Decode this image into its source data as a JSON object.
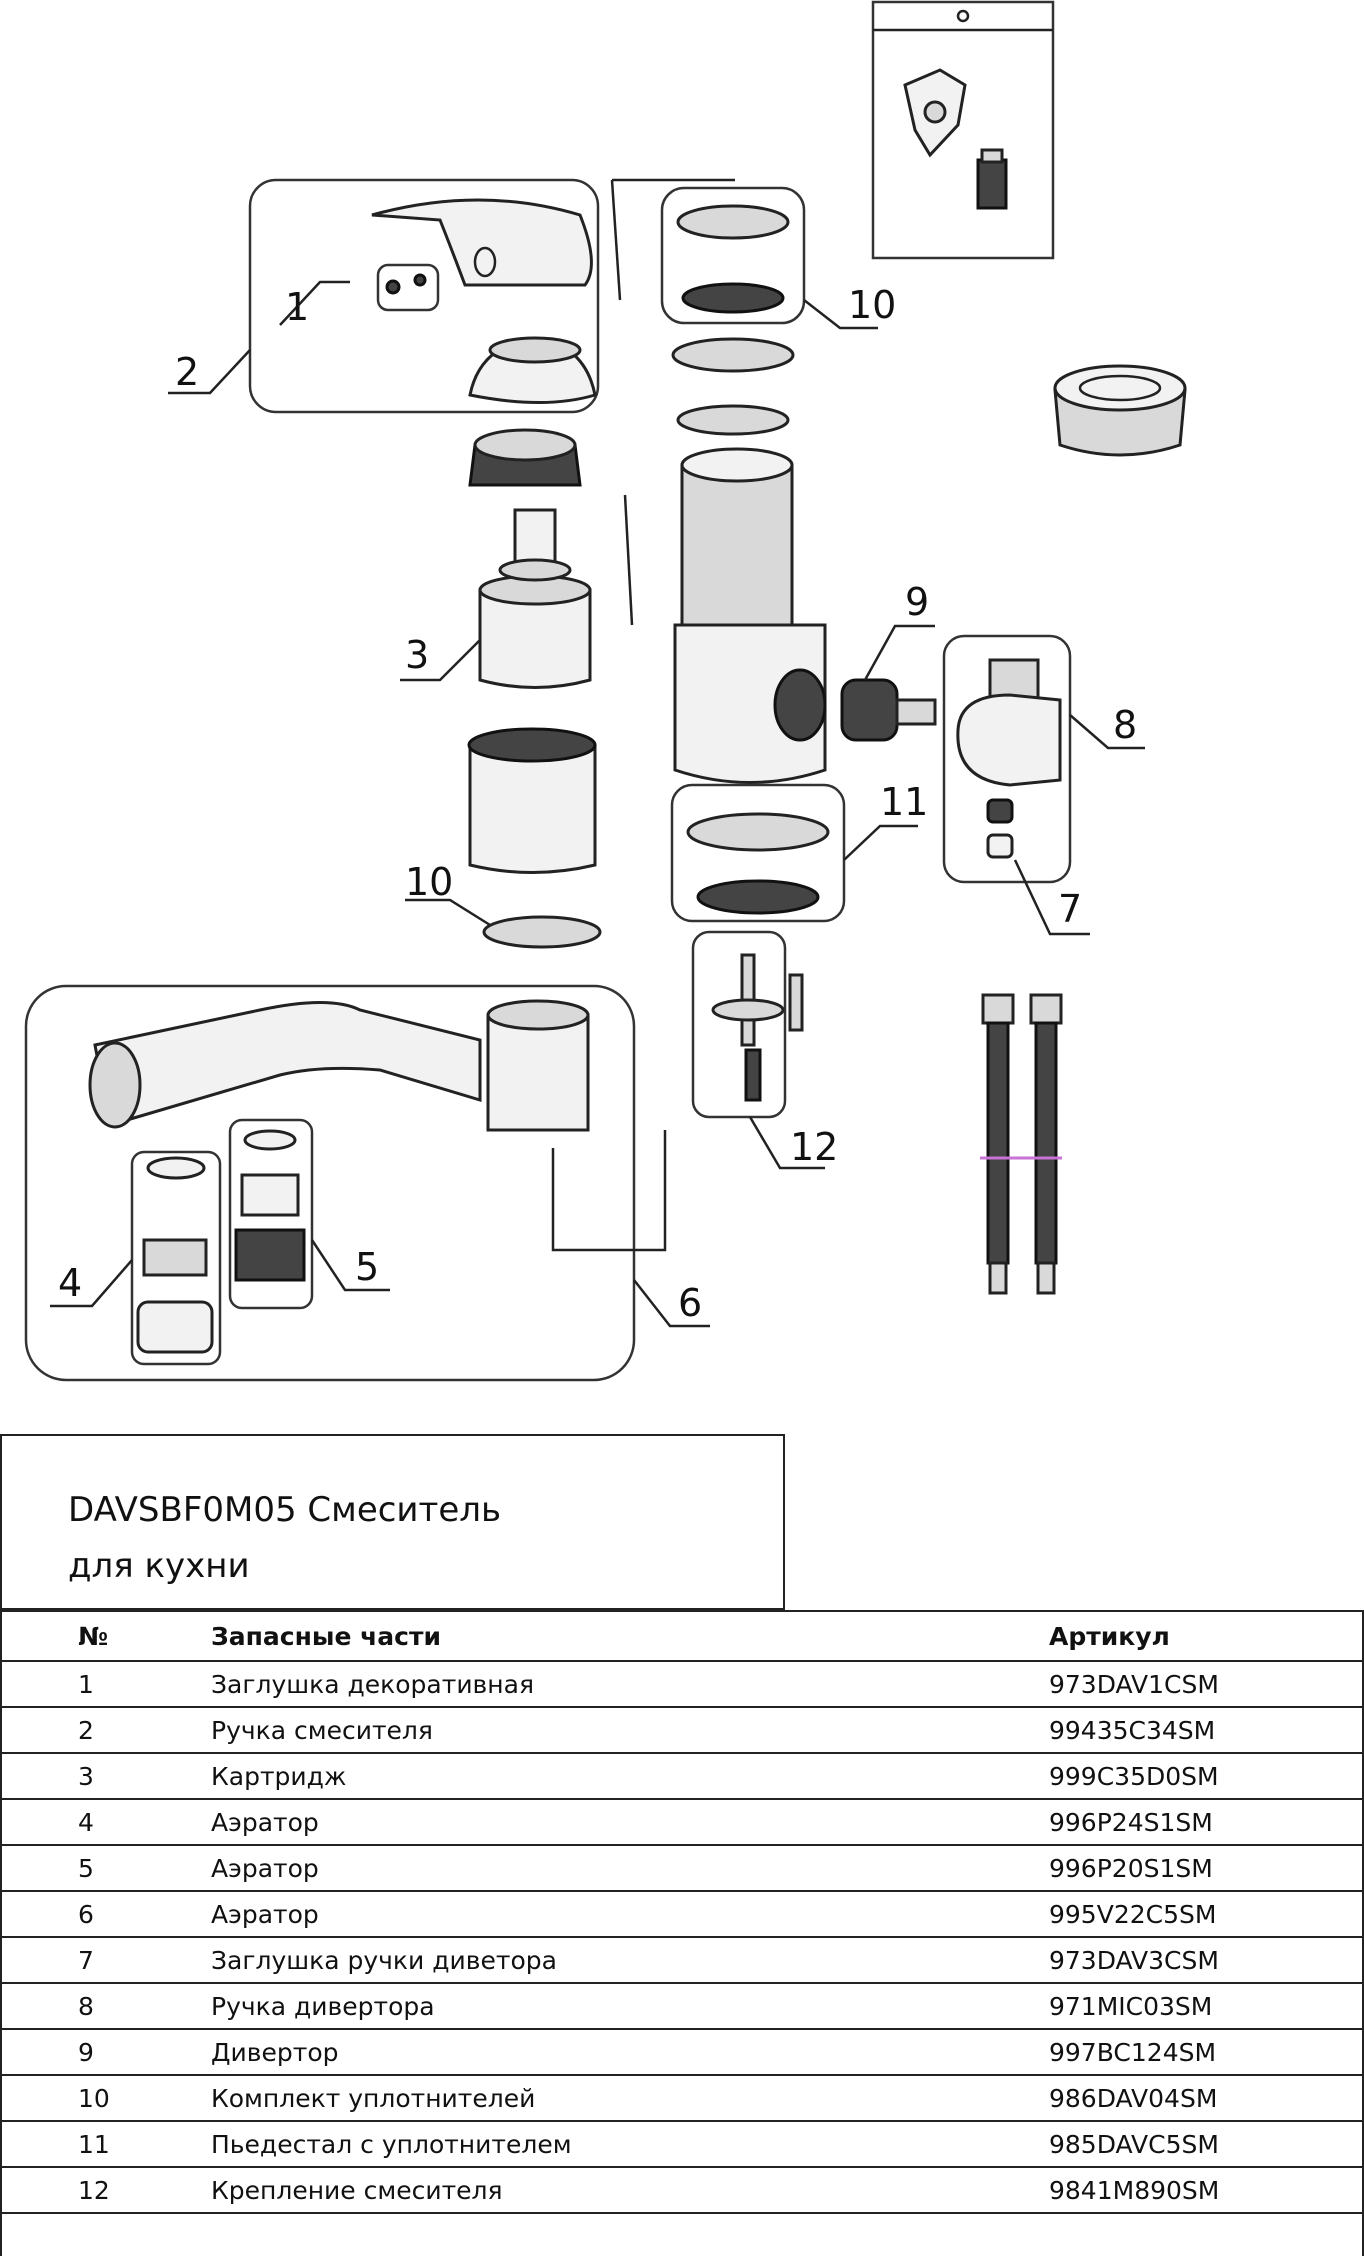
{
  "callouts": [
    "1",
    "2",
    "3",
    "4",
    "5",
    "6",
    "7",
    "8",
    "9",
    "10",
    "10",
    "11",
    "12"
  ],
  "title": {
    "line1": "DAVSBF0M05 Смеситель",
    "line2": "для кухни"
  },
  "table": {
    "headers": [
      "№",
      "Запасные части",
      "Артикул"
    ],
    "rows": [
      {
        "num": "1",
        "name": "Заглушка декоративная",
        "article": "973DAV1CSM"
      },
      {
        "num": "2",
        "name": "Ручка смесителя",
        "article": "99435C34SM"
      },
      {
        "num": "3",
        "name": "Картридж",
        "article": "999C35D0SM"
      },
      {
        "num": "4",
        "name": "Аэратор",
        "article": "996P24S1SM"
      },
      {
        "num": "5",
        "name": "Аэратор",
        "article": "996P20S1SM"
      },
      {
        "num": "6",
        "name": "Аэратор",
        "article": "995V22C5SM"
      },
      {
        "num": "7",
        "name": "Заглушка ручки диветора",
        "article": "973DAV3CSM"
      },
      {
        "num": "8",
        "name": "Ручка дивертора",
        "article": "971MIC03SM"
      },
      {
        "num": "9",
        "name": "Дивертор",
        "article": "997BC124SM"
      },
      {
        "num": "10",
        "name": "Комплект уплотнителей",
        "article": "986DAV04SM"
      },
      {
        "num": "11",
        "name": "Пьедестал с уплотнителем",
        "article": "985DAVC5SM"
      },
      {
        "num": "12",
        "name": "Крепление смесителя",
        "article": "9841M890SM"
      }
    ]
  }
}
